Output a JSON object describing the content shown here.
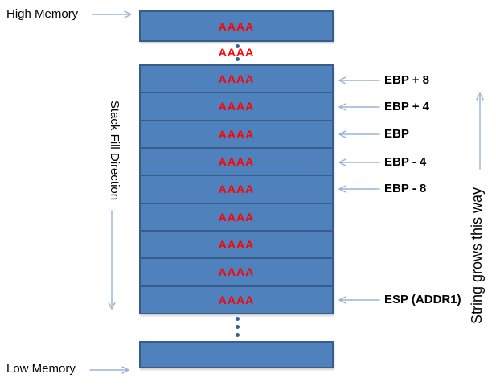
{
  "colors": {
    "box_fill": "#4F81BD",
    "box_border": "#385D8A",
    "arrow": "#95B3D7",
    "value_text": "#FF0000",
    "label_text": "#000000",
    "dot": "#376092"
  },
  "labels": {
    "high_memory": "High Memory",
    "low_memory": "Low Memory",
    "stack_fill_direction": "Stack Fill Direction",
    "string_grows": "String grows this way"
  },
  "top_box_value": "AAAA",
  "gap_value": "AAAA",
  "stack": {
    "rows": [
      "AAAA",
      "AAAA",
      "AAAA",
      "AAAA",
      "AAAA",
      "AAAA",
      "AAAA",
      "AAAA",
      "AAAA"
    ]
  },
  "pointers": [
    {
      "label": "EBP + 8"
    },
    {
      "label": "EBP + 4"
    },
    {
      "label": "EBP"
    },
    {
      "label": "EBP - 4"
    },
    {
      "label": "EBP - 8"
    },
    {
      "label": "ESP (ADDR1)"
    }
  ],
  "bottom_box_value": ""
}
